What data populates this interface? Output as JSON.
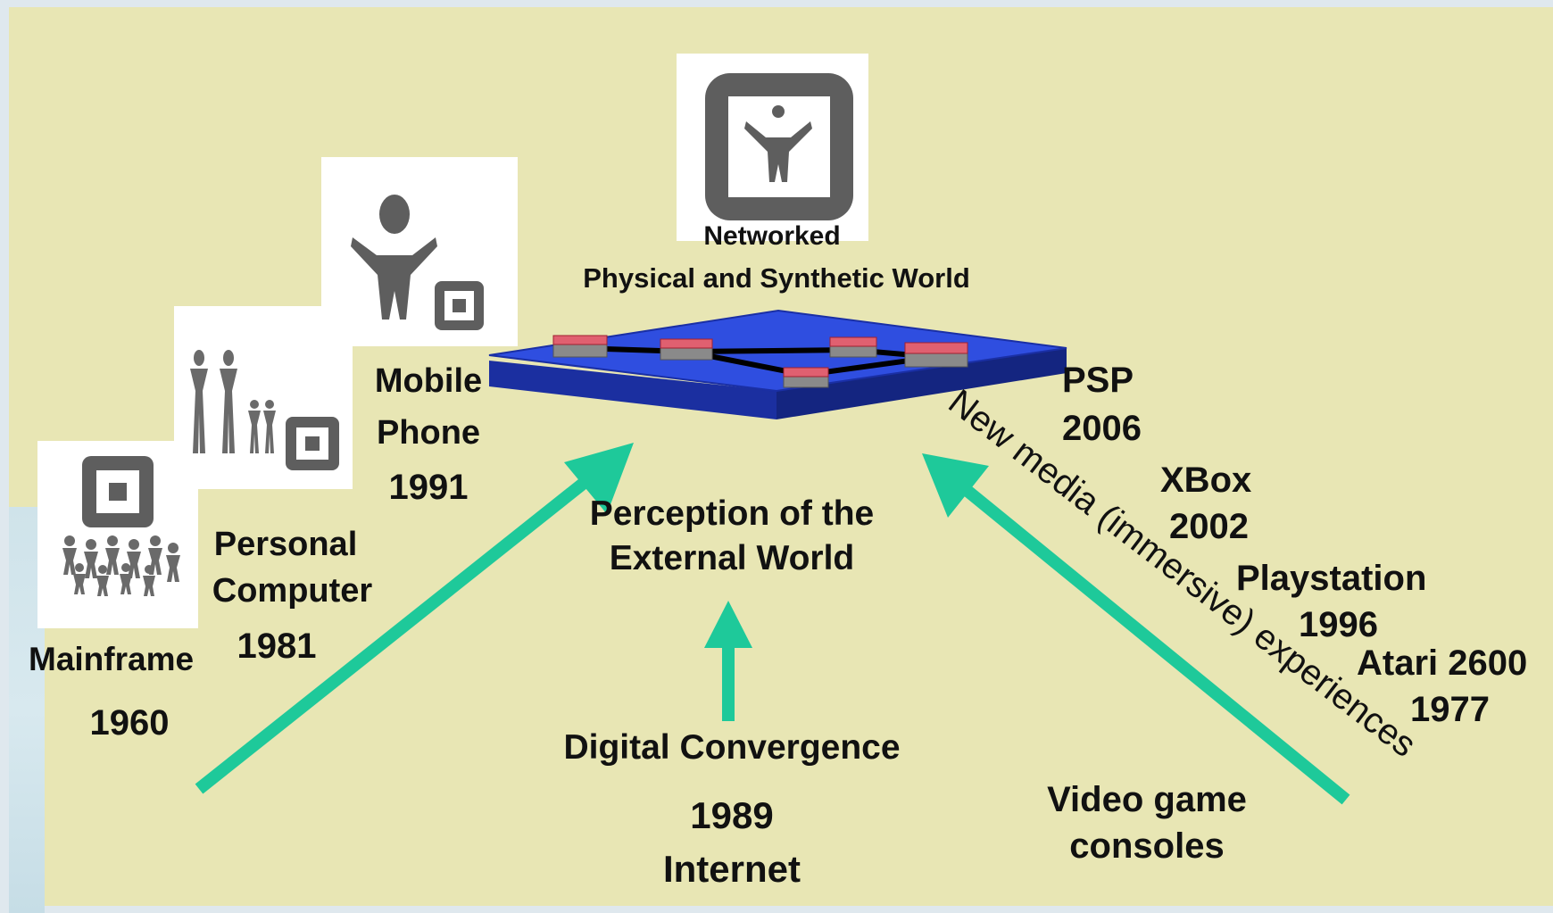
{
  "top_world": {
    "line1": "Networked",
    "line2": "Physical and Synthetic World"
  },
  "eras": [
    {
      "name": "Mainframe",
      "year": "1960"
    },
    {
      "name1": "Personal",
      "name2": "Computer",
      "year": "1981"
    },
    {
      "name1": "Mobile",
      "name2": "Phone",
      "year": "1991"
    }
  ],
  "center": {
    "line1": "Perception of the",
    "line2": "External World"
  },
  "bottom": {
    "convergence": "Digital Convergence",
    "year": "1989",
    "internet": "Internet"
  },
  "consoles": {
    "psp": "PSP",
    "psp_year": "2006",
    "xbox": "XBox",
    "xbox_year": "2002",
    "playstation": "Playstation",
    "playstation_year": "1996",
    "atari": "Atari 2600",
    "atari_year": "1977",
    "label1": "Video game",
    "label2": "consoles"
  },
  "diagonal_text": "New media (immersive) experiences",
  "colors": {
    "background": "#e8e6b4",
    "arrow": "#1ec99a",
    "platform_top": "#2f4ee0",
    "platform_side": "#1b2fa0",
    "node_top": "#e06070",
    "icon_gray": "#5e5e5e"
  }
}
